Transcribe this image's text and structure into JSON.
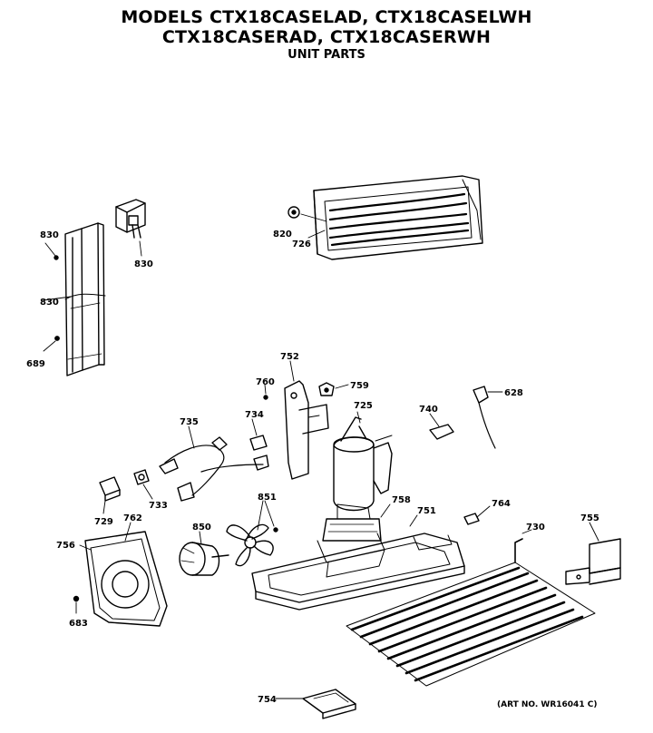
{
  "header": {
    "line1": "MODELS CTX18CASELAD, CTX18CASELWH",
    "line2": "CTX18CASERAD, CTX18CASERWH",
    "line3": "UNIT PARTS"
  },
  "parts": [
    {
      "id": "830a",
      "text": "830"
    },
    {
      "id": "830b",
      "text": "830"
    },
    {
      "id": "830c",
      "text": "830"
    },
    {
      "id": "689",
      "text": "689"
    },
    {
      "id": "820",
      "text": "820"
    },
    {
      "id": "726",
      "text": "726"
    },
    {
      "id": "752",
      "text": "752"
    },
    {
      "id": "760",
      "text": "760"
    },
    {
      "id": "759",
      "text": "759"
    },
    {
      "id": "725",
      "text": "725"
    },
    {
      "id": "740",
      "text": "740"
    },
    {
      "id": "628",
      "text": "628"
    },
    {
      "id": "735",
      "text": "735"
    },
    {
      "id": "734",
      "text": "734"
    },
    {
      "id": "733",
      "text": "733"
    },
    {
      "id": "729",
      "text": "729"
    },
    {
      "id": "762",
      "text": "762"
    },
    {
      "id": "851",
      "text": "851"
    },
    {
      "id": "850",
      "text": "850"
    },
    {
      "id": "758",
      "text": "758"
    },
    {
      "id": "751",
      "text": "751"
    },
    {
      "id": "764",
      "text": "764"
    },
    {
      "id": "730",
      "text": "730"
    },
    {
      "id": "755",
      "text": "755"
    },
    {
      "id": "756",
      "text": "756"
    },
    {
      "id": "683",
      "text": "683"
    },
    {
      "id": "754",
      "text": "754"
    }
  ],
  "art_number": "(ART NO. WR16041 C)"
}
